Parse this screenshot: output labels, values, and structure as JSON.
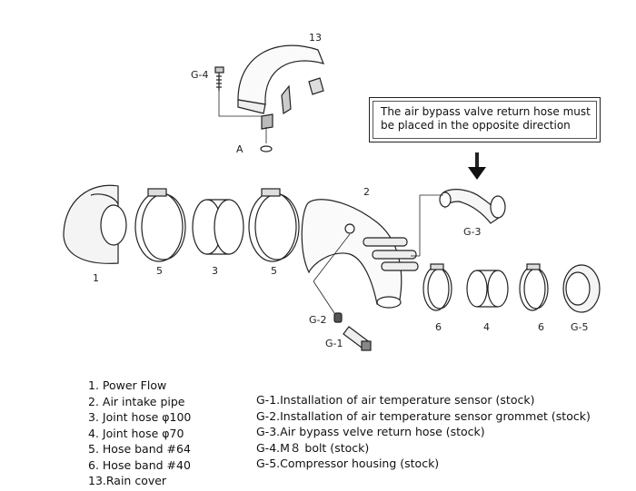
{
  "note": {
    "line1": "The air bypass valve return hose must",
    "line2": "be placed in the opposite direction"
  },
  "callouts": {
    "c13": "13",
    "g4": "G-4",
    "a": "A",
    "c2": "2",
    "g3": "G-3",
    "c1": "1",
    "c5a": "5",
    "c3": "3",
    "c5b": "5",
    "g2": "G-2",
    "g1": "G-1",
    "c6a": "6",
    "c4": "4",
    "c6b": "6",
    "g5": "G-5"
  },
  "legend_left": [
    "1. Power Flow",
    "2. Air intake pipe",
    "3. Joint hose  φ100",
    "4. Joint hose  φ70",
    "5. Hose band  #64",
    "6. Hose band  #40",
    "13.Rain cover"
  ],
  "legend_right": [
    "G-1.Installation of air temperature sensor (stock)",
    "G-2.Installation of air temperature sensor grommet (stock)",
    "G-3.Air bypass velve return hose (stock)",
    "G-4.M８ bolt (stock)",
    "G-5.Compressor housing  (stock)"
  ]
}
